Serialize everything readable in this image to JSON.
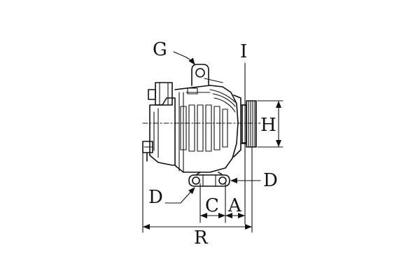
{
  "labels": {
    "G": "G",
    "I": "I",
    "H": "H",
    "D_right": "D",
    "D_left": "D",
    "C": "C",
    "A": "A",
    "R": "R"
  },
  "colors": {
    "ink": "#111111",
    "background": "#ffffff"
  }
}
